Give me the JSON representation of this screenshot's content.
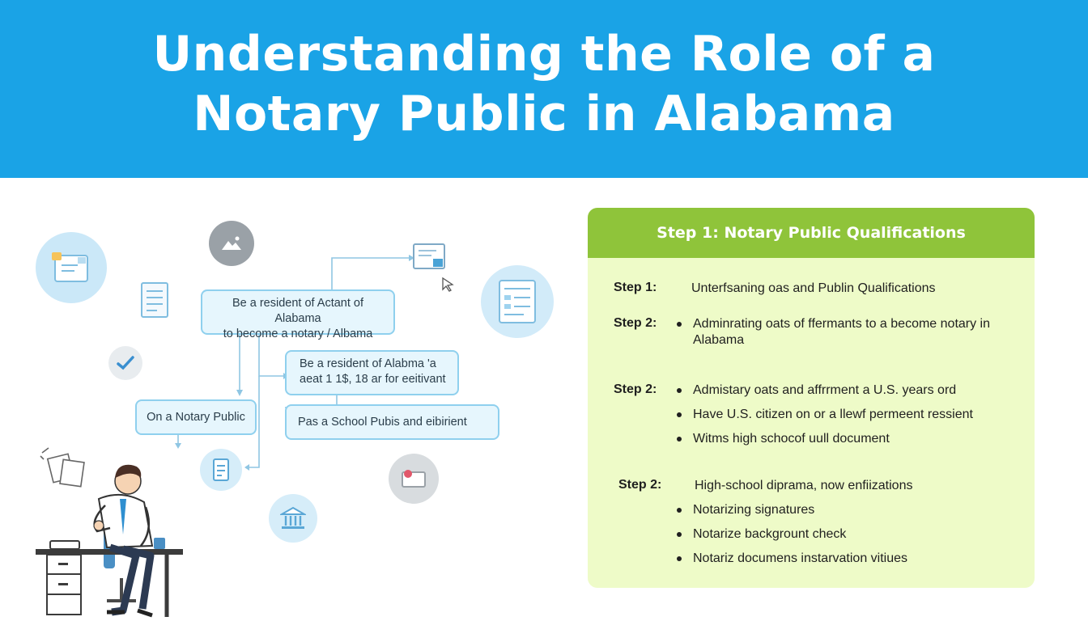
{
  "header": {
    "title_line1": "Understanding the Role of a",
    "title_line2": "Notary Public in Alabama"
  },
  "diagram": {
    "node_resident": {
      "line1": "Be a resident of Actant of Alabama",
      "line2": "to become a notary / Albama"
    },
    "node_age": {
      "line1": "Be a resident of Alabma 'a",
      "line2": "aeat 1 1$, 18 ar for eeitivant"
    },
    "node_notary": {
      "line1": "On a Notary Public"
    },
    "node_school": {
      "line1": "Pas a School Pubis and eibirient"
    }
  },
  "card": {
    "header": "Step 1: Notary Public Qualifications",
    "steps": [
      {
        "label": "Step 1:",
        "items": [
          {
            "text": "Unterfsaning oas and Publin Qualifications",
            "bullet": false
          }
        ]
      },
      {
        "label": "Step 2:",
        "items": [
          {
            "text": "Adminrating oats of ffermants to a become notary in Alabama",
            "bullet": true
          }
        ]
      },
      {
        "label": "Step 2:",
        "items": [
          {
            "text": "Admistary oats and affrrment a U.S. years ord",
            "bullet": true
          },
          {
            "text": "Have U.S. citizen on or a llewf permeent ressient",
            "bullet": true
          },
          {
            "text": "Witms high schocof uull document",
            "bullet": true
          }
        ]
      },
      {
        "label": "Step 2:",
        "items": [
          {
            "text": "High-school diprama, now enfiizations",
            "bullet": false
          },
          {
            "text": "Notarizing signatures",
            "bullet": true
          },
          {
            "text": "Notarize backgrount check",
            "bullet": true
          },
          {
            "text": "Notariz documens instarvation vitiues",
            "bullet": true
          }
        ]
      }
    ]
  },
  "colors": {
    "header_bg": "#1aa3e6",
    "card_header_bg": "#8fc43a",
    "card_bg": "#eefbc8",
    "node_border": "#8fd0ee",
    "node_bg": "#e6f6fd"
  },
  "icons": [
    "document-icon",
    "image-icon",
    "window-cursor-icon",
    "form-icon",
    "checkmark-icon",
    "file-icon",
    "bank-icon",
    "mail-icon",
    "papers-icon",
    "person-at-desk-illustration"
  ]
}
